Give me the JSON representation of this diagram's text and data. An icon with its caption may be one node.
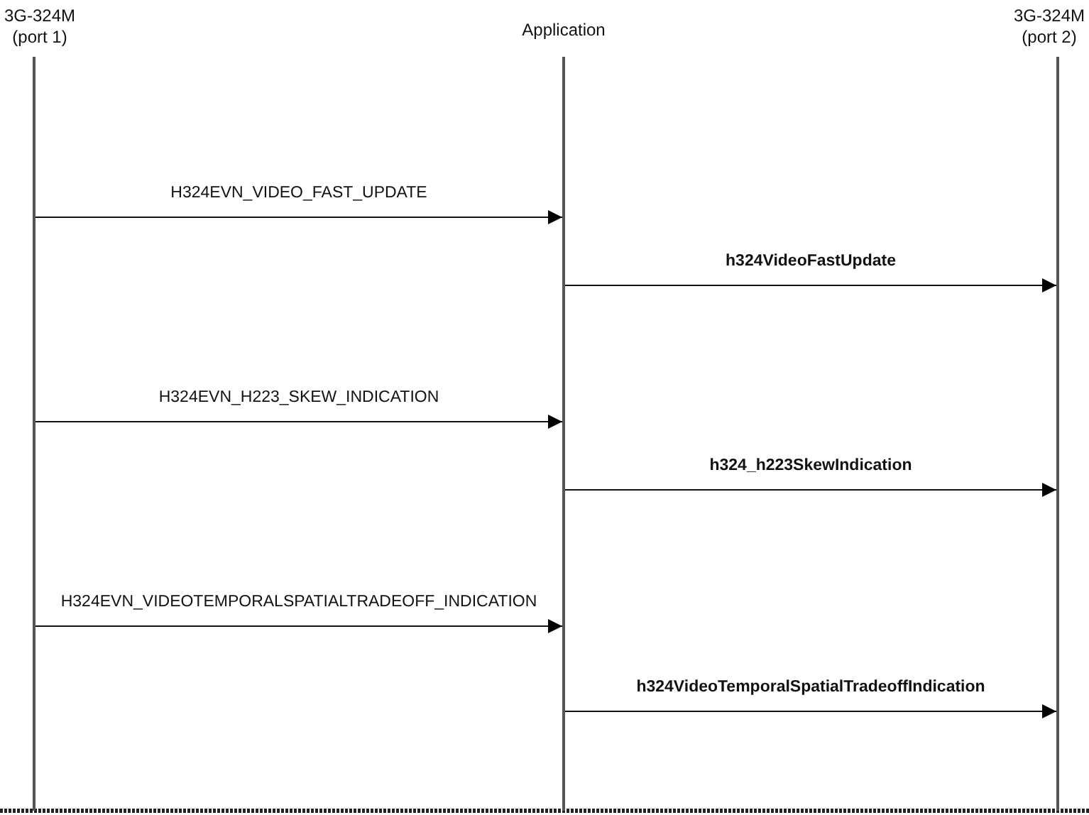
{
  "diagram": {
    "nodes": [
      {
        "text": [
          "3G-324M (port 1)"
        ]
      },
      {
        "text": [
          "Application"
        ]
      },
      {
        "text": [
          "3G-324M (port 2)"
        ]
      },
      {
        "text": [],
        "shape": "bar"
      },
      {
        "text": [],
        "shape": "bar"
      },
      {
        "text": [],
        "shape": "bar"
      }
    ],
    "edges": [
      {
        "from": 3,
        "to": 4,
        "arrow": "to",
        "label": "H324EVN_VIDEO_FAST_UPDATE"
      },
      {
        "from": 4,
        "to": 5,
        "arrow": "to",
        "label": "h324VideoFastUpdate"
      },
      {
        "from": 3,
        "to": 4,
        "arrow": "to",
        "label": "H324EVN_H223_SKEW_INDICATION"
      },
      {
        "from": 4,
        "to": 5,
        "arrow": "to",
        "label": "h324_h223SkewIndication"
      },
      {
        "from": 3,
        "to": 4,
        "arrow": "to",
        "label": "H324EVN_VIDEOTEMPORALSPATIALTRADEOFF_INDICATION"
      },
      {
        "from": 4,
        "to": 5,
        "arrow": "to",
        "label": "h324VideoTemporalSpatialTradeoffIndication"
      }
    ]
  }
}
